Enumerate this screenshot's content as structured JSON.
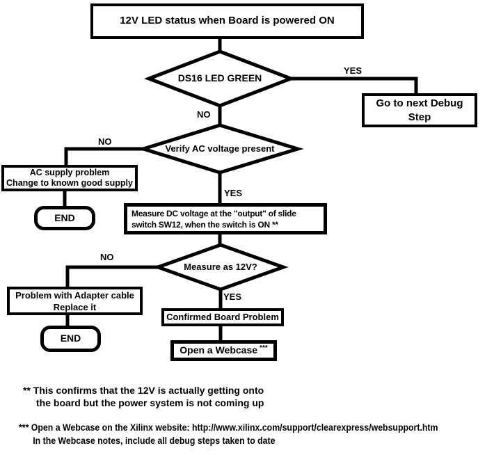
{
  "flowchart": {
    "title": "12V LED status when Board is powered ON",
    "decision_ds16": {
      "label": "DS16 LED GREEN",
      "yes": "YES",
      "no": "NO"
    },
    "decision_ac": {
      "label": "Verify AC voltage present",
      "yes": "YES",
      "no": "NO"
    },
    "decision_12v": {
      "label": "Measure as 12V?",
      "yes": "YES",
      "no": "NO"
    },
    "box_go_next": {
      "line1": "Go to next Debug",
      "line2": "Step"
    },
    "box_ac_problem": {
      "line1": "AC supply problem",
      "line2": "Change to known good supply"
    },
    "box_measure": {
      "line1": "Measure DC voltage at the \"output\" of slide",
      "line2": "switch SW12, when the switch is ON **"
    },
    "box_adapter": {
      "line1": "Problem with Adapter cable",
      "line2": "Replace it"
    },
    "box_confirmed": "Confirmed Board Problem",
    "box_webcase": {
      "text": "Open a Webcase",
      "marker": "***"
    },
    "end_ac": "END",
    "end_adapter": "END"
  },
  "footnotes": {
    "note1_line1": "** This confirms that the 12V is actually getting onto",
    "note1_line2": "the board but the power system is not coming up",
    "note2_line1": "*** Open a Webcase on the Xilinx website: http://www.xilinx.com/support/clearexpress/websupport.htm",
    "note2_line2": "In the Webcase notes, include all debug steps taken to date"
  },
  "colors": {
    "ink": "#000000",
    "background": "#ffffff"
  }
}
